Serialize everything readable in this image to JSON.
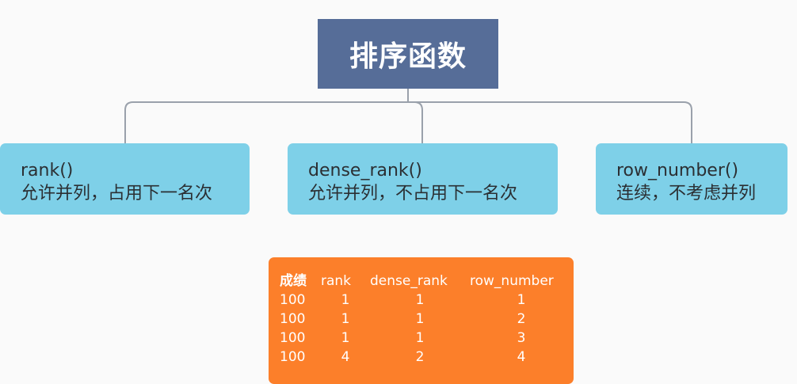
{
  "root": {
    "title": "排序函数"
  },
  "nodes": [
    {
      "func": "rank()",
      "desc": "允许并列，占用下一名次"
    },
    {
      "func": "dense_rank()",
      "desc": "允许并列，不占用下一名次"
    },
    {
      "func": "row_number()",
      "desc": "连续，不考虑并列"
    }
  ],
  "table": {
    "headers": [
      "成绩",
      "rank",
      "dense_rank",
      "row_number"
    ],
    "rows": [
      [
        "100",
        "1",
        "1",
        "1"
      ],
      [
        "100",
        "1",
        "1",
        "2"
      ],
      [
        "100",
        "1",
        "1",
        "3"
      ],
      [
        "100",
        "4",
        "2",
        "4"
      ]
    ]
  },
  "colors": {
    "root_bg": "#566d98",
    "node_bg": "#7ed0e8",
    "table_bg": "#fc7f2a",
    "connector": "#9aa1ab"
  }
}
